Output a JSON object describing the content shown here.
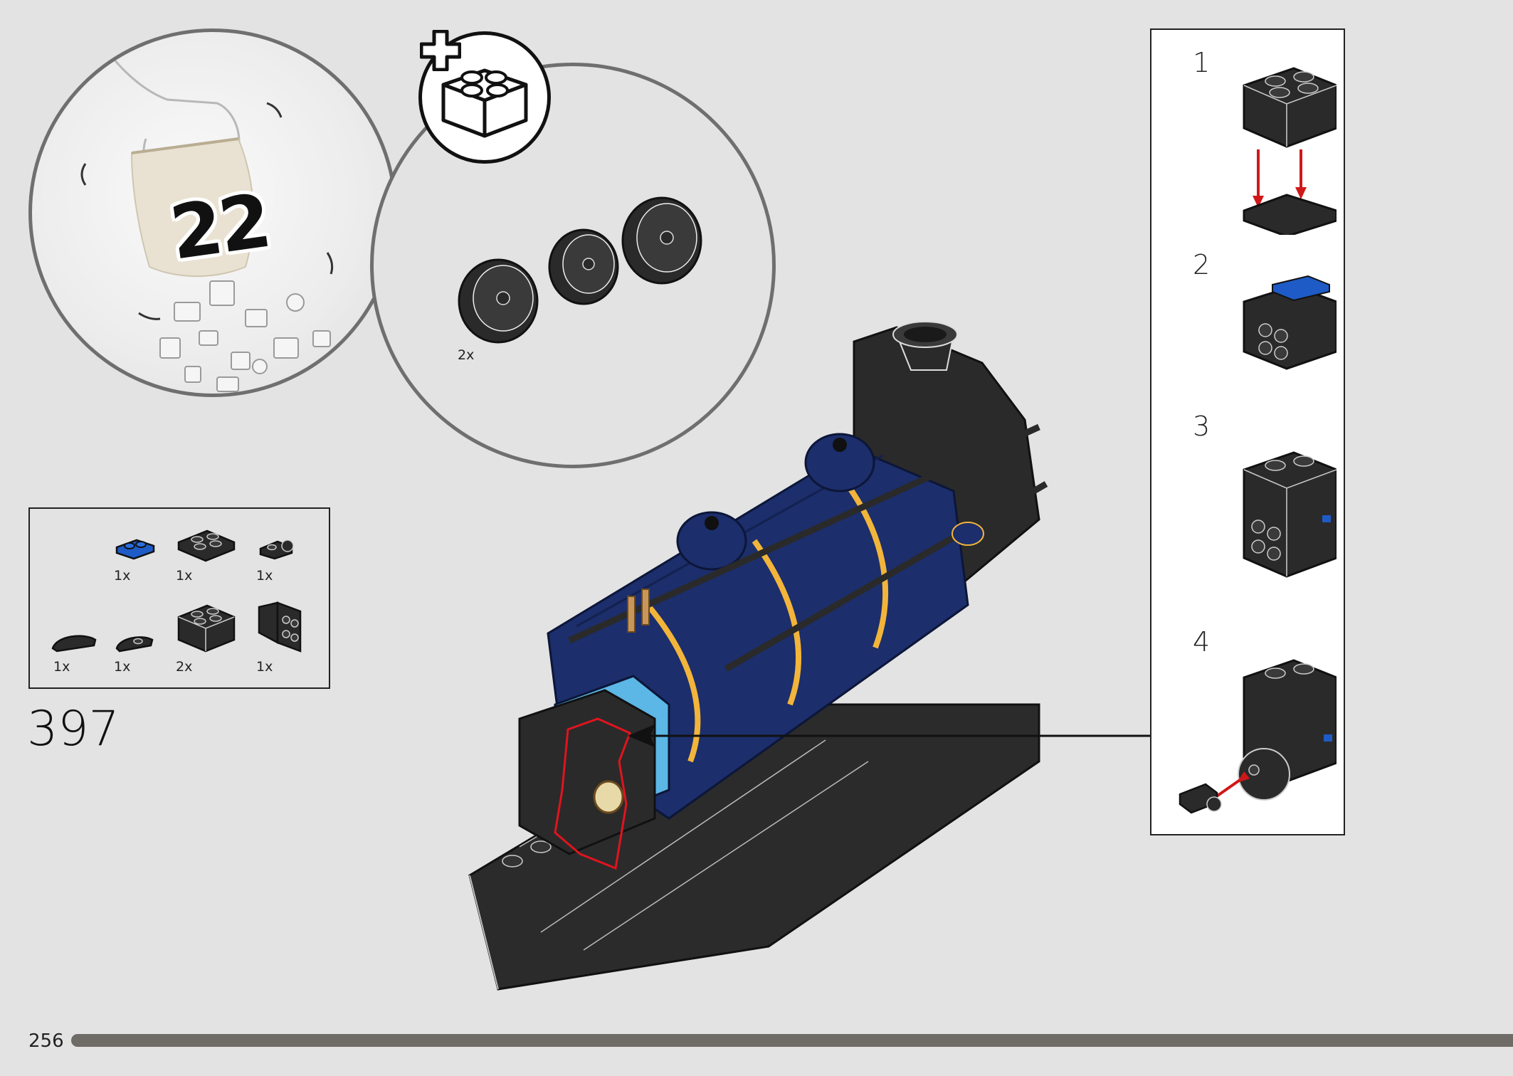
{
  "bag": {
    "number": "22"
  },
  "new_parts": {
    "wheel_qty": "2x"
  },
  "parts_list": {
    "items": [
      {
        "name": "blue-plate-1x2-icon",
        "qty": "1x"
      },
      {
        "name": "black-plate-2x2-icon",
        "qty": "1x"
      },
      {
        "name": "black-plate-clip-icon",
        "qty": "1x"
      },
      {
        "name": "black-round-tile-half-icon",
        "qty": "1x"
      },
      {
        "name": "black-round-plate-half-icon",
        "qty": "1x"
      },
      {
        "name": "black-brick-2x2-icon",
        "qty": "2x"
      },
      {
        "name": "black-bracket-studs-icon",
        "qty": "1x"
      }
    ]
  },
  "step": {
    "number": "397"
  },
  "callout": {
    "substeps": [
      {
        "number": "1"
      },
      {
        "number": "2"
      },
      {
        "number": "3"
      },
      {
        "number": "4"
      }
    ]
  },
  "colors": {
    "boiler_blue": "#1c2e6b",
    "accent_yellow": "#f2b53a",
    "highlight_red": "#e0141e",
    "frame_gray": "#6f6f6f",
    "plate_blue": "#1e5bc6"
  },
  "footer": {
    "page_number": "256",
    "progress": 1.0
  }
}
